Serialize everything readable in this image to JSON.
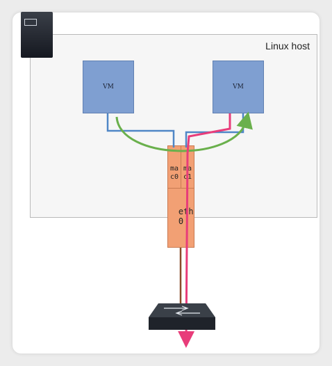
{
  "host": {
    "label": "Linux host"
  },
  "vms": [
    {
      "label": "VM"
    },
    {
      "label": "VM"
    }
  ],
  "interfaces": {
    "mac0": "mac0",
    "mac1": "mac1",
    "eth0": "eth0"
  },
  "colors": {
    "vm_fill": "#7f9fd1",
    "nic_fill": "#f2a074",
    "link_blue": "#4f86c6",
    "path_green": "#6ab04c",
    "path_pink": "#e83c7a",
    "uplink_brown": "#8a4b2a"
  },
  "icons": {
    "server": "server-icon",
    "switch": "network-switch-icon"
  }
}
